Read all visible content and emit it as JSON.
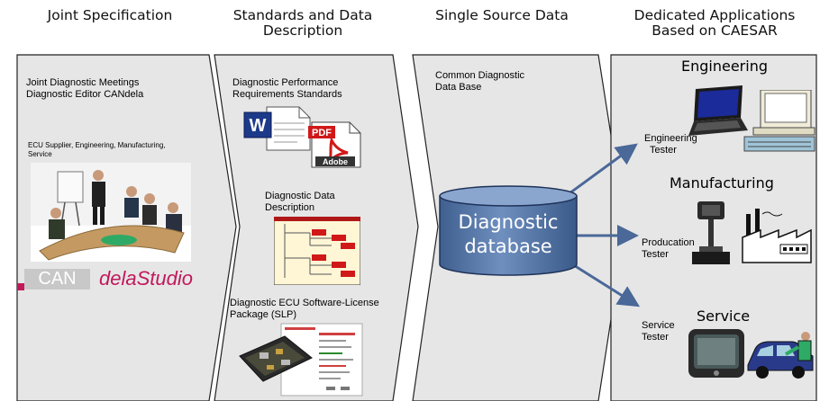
{
  "headers": {
    "joint_spec": "Joint Specification",
    "standards_line1": "Standards and Data",
    "standards_line2": "Description",
    "single_source": "Single Source Data",
    "dedicated_line1": "Dedicated Applications",
    "dedicated_line2": "Based on CAESAR"
  },
  "col1": {
    "line1": "Joint Diagnostic Meetings",
    "line2": "Diagnostic Editor CANdela",
    "supplier_line1": "ECU Supplier, Engineering, Manufacturing,",
    "supplier_line2": "Service",
    "logo_can": "CAN",
    "logo_dela": "delaStudio"
  },
  "col2": {
    "perf_line1": "Diagnostic Performance",
    "perf_line2": "Requirements Standards",
    "pdf_label": "PDF",
    "adobe_label": "Adobe",
    "ddd_line1": "Diagnostic Data",
    "ddd_line2": "Description",
    "slp_line1": "Diagnostic ECU Software-License",
    "slp_line2": "Package (SLP)"
  },
  "col3": {
    "common_line1": "Common Diagnostic",
    "common_line2": "Data Base",
    "db_line1": "Diagnostic",
    "db_line2": "database"
  },
  "col4": {
    "engineering": "Engineering",
    "engineering_tester_line1": "Engineering",
    "engineering_tester_line2": "Tester",
    "manufacturing": "Manufacturing",
    "production_tester_line1": "Producation",
    "production_tester_line2": "Tester",
    "service": "Service",
    "service_tester_line1": "Service",
    "service_tester_line2": "Tester"
  },
  "colors": {
    "panel_fill": "#e6e6e6",
    "db_fill": "#5b7aa6",
    "arrow": "#4a6898",
    "logo_pink": "#c2185b"
  }
}
